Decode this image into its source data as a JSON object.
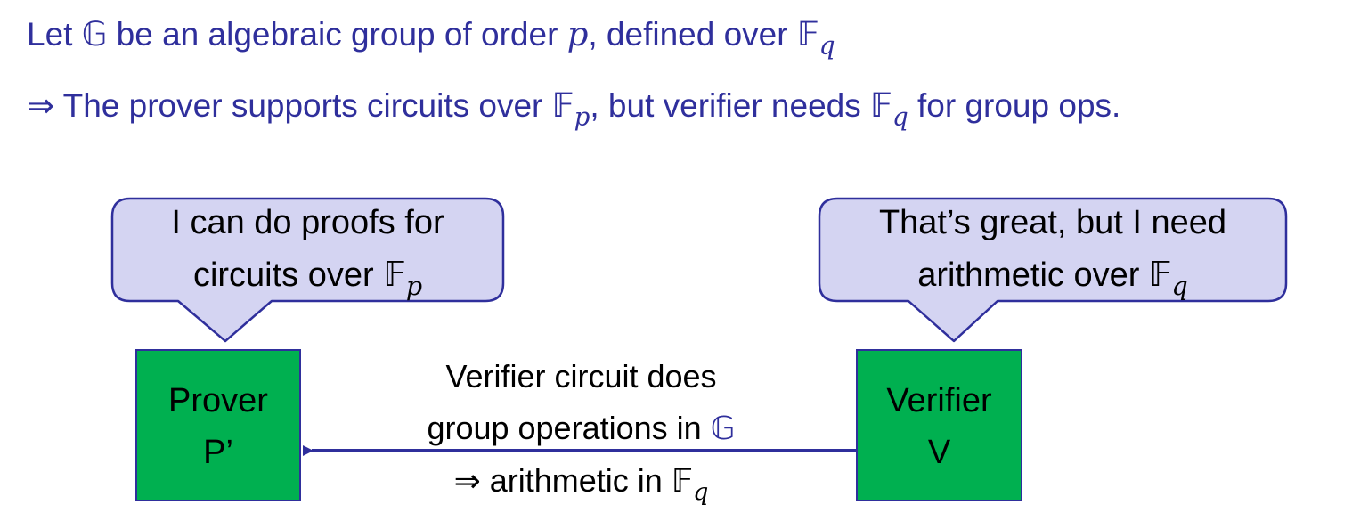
{
  "heading": {
    "line1": {
      "prefix": "Let ",
      "group_symbol": "𝔾",
      "mid1": " be an algebraic group of order ",
      "order_var": "p",
      "mid2": ", defined over ",
      "field_symbol": "𝔽",
      "field_sub": "q"
    },
    "line2": {
      "implies": "⇒ ",
      "part1": "The prover supports circuits over ",
      "field1_symbol": "𝔽",
      "field1_sub": "p",
      "part2": ",  but verifier needs ",
      "field2_symbol": "𝔽",
      "field2_sub": "q",
      "part3": " for group ops."
    }
  },
  "prover_bubble": {
    "line1": "I can do proofs for",
    "line2_prefix": "circuits over ",
    "field_symbol": "𝔽",
    "field_sub": "p"
  },
  "verifier_bubble": {
    "line1": "That’s great, but I need",
    "line2_prefix": "arithmetic over ",
    "field_symbol": "𝔽",
    "field_sub": "q"
  },
  "prover_box": {
    "line1": "Prover",
    "line2": "P’"
  },
  "verifier_box": {
    "line1": "Verifier",
    "line2": "V"
  },
  "arrow_label": {
    "line1": "Verifier circuit does",
    "line2_prefix": "group operations in ",
    "group_symbol": "𝔾",
    "line3_implies": "⇒  ",
    "line3_prefix": "arithmetic in ",
    "field_symbol": "𝔽",
    "field_sub": "q"
  },
  "colors": {
    "heading_text": "#2f2f9c",
    "bubble_fill": "#d4d4f2",
    "bubble_stroke": "#2f2f9c",
    "box_fill": "#00b050",
    "arrow": "#2f2f9c"
  }
}
